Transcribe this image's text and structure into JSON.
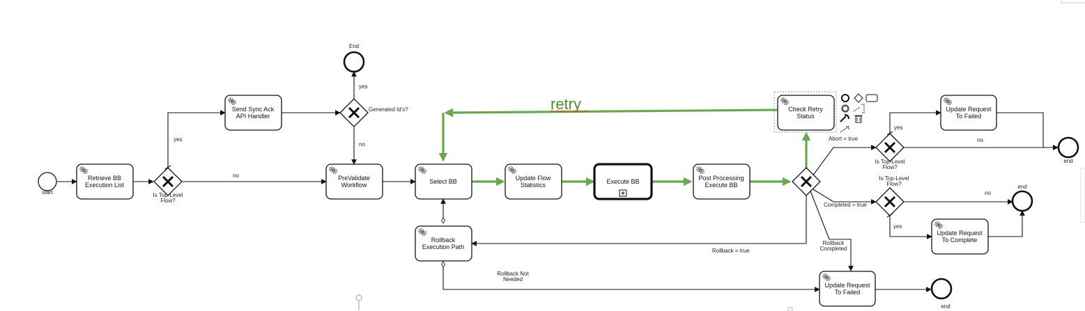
{
  "events": {
    "start": "start",
    "end_top": "End",
    "end_right_top": "end",
    "end_right_mid": "end",
    "end_bottom": "end"
  },
  "tasks": {
    "retrieve": [
      "Retrieve BB",
      "Execution List"
    ],
    "send_sync": [
      "Send Sync Ack",
      "API Handler"
    ],
    "prevalidate": [
      "PreValidate",
      "Workflow"
    ],
    "select_bb": [
      "Select BB"
    ],
    "update_flow": [
      "Update Flow",
      "Statistics"
    ],
    "execute_bb": [
      "Execute BB"
    ],
    "post_processing": [
      "Post Processing",
      "Execute BB"
    ],
    "check_retry": [
      "Check Retry",
      "Status"
    ],
    "rollback": [
      "Rollback",
      "Execution Path"
    ],
    "update_failed_top": [
      "Update Request",
      "To Failed"
    ],
    "update_complete": [
      "Update Request",
      "To Complete"
    ],
    "update_failed_bottom": [
      "Update Request",
      "To Failed"
    ]
  },
  "gateways": {
    "top_level_1": [
      "Is Top-Level",
      "Flow?"
    ],
    "generated_ids": "Generated Id's?",
    "top_level_2": [
      "Is Top-Level",
      "Flow?"
    ],
    "top_level_3": [
      "Is Top-Level",
      "Flow?"
    ]
  },
  "flow_labels": {
    "yes_1": "yes",
    "no_1": "no",
    "yes_end": "yes",
    "no_2": "no",
    "abort": "Abort = true",
    "completed": "Completed = true",
    "rollback_true": "Rollback = true",
    "rollback_completed": [
      "Rollback",
      "Completed"
    ],
    "rollback_not_needed": [
      "Rollback Not",
      "Needed"
    ],
    "yes_failed": "yes",
    "no_failed": "no",
    "no_complete": "no",
    "yes_complete": "yes"
  },
  "annotations": {
    "retry": "retry"
  },
  "colors": {
    "highlight_flow": "#6aa84f",
    "stroke": "#111111",
    "selection": "#7f9fd0"
  }
}
